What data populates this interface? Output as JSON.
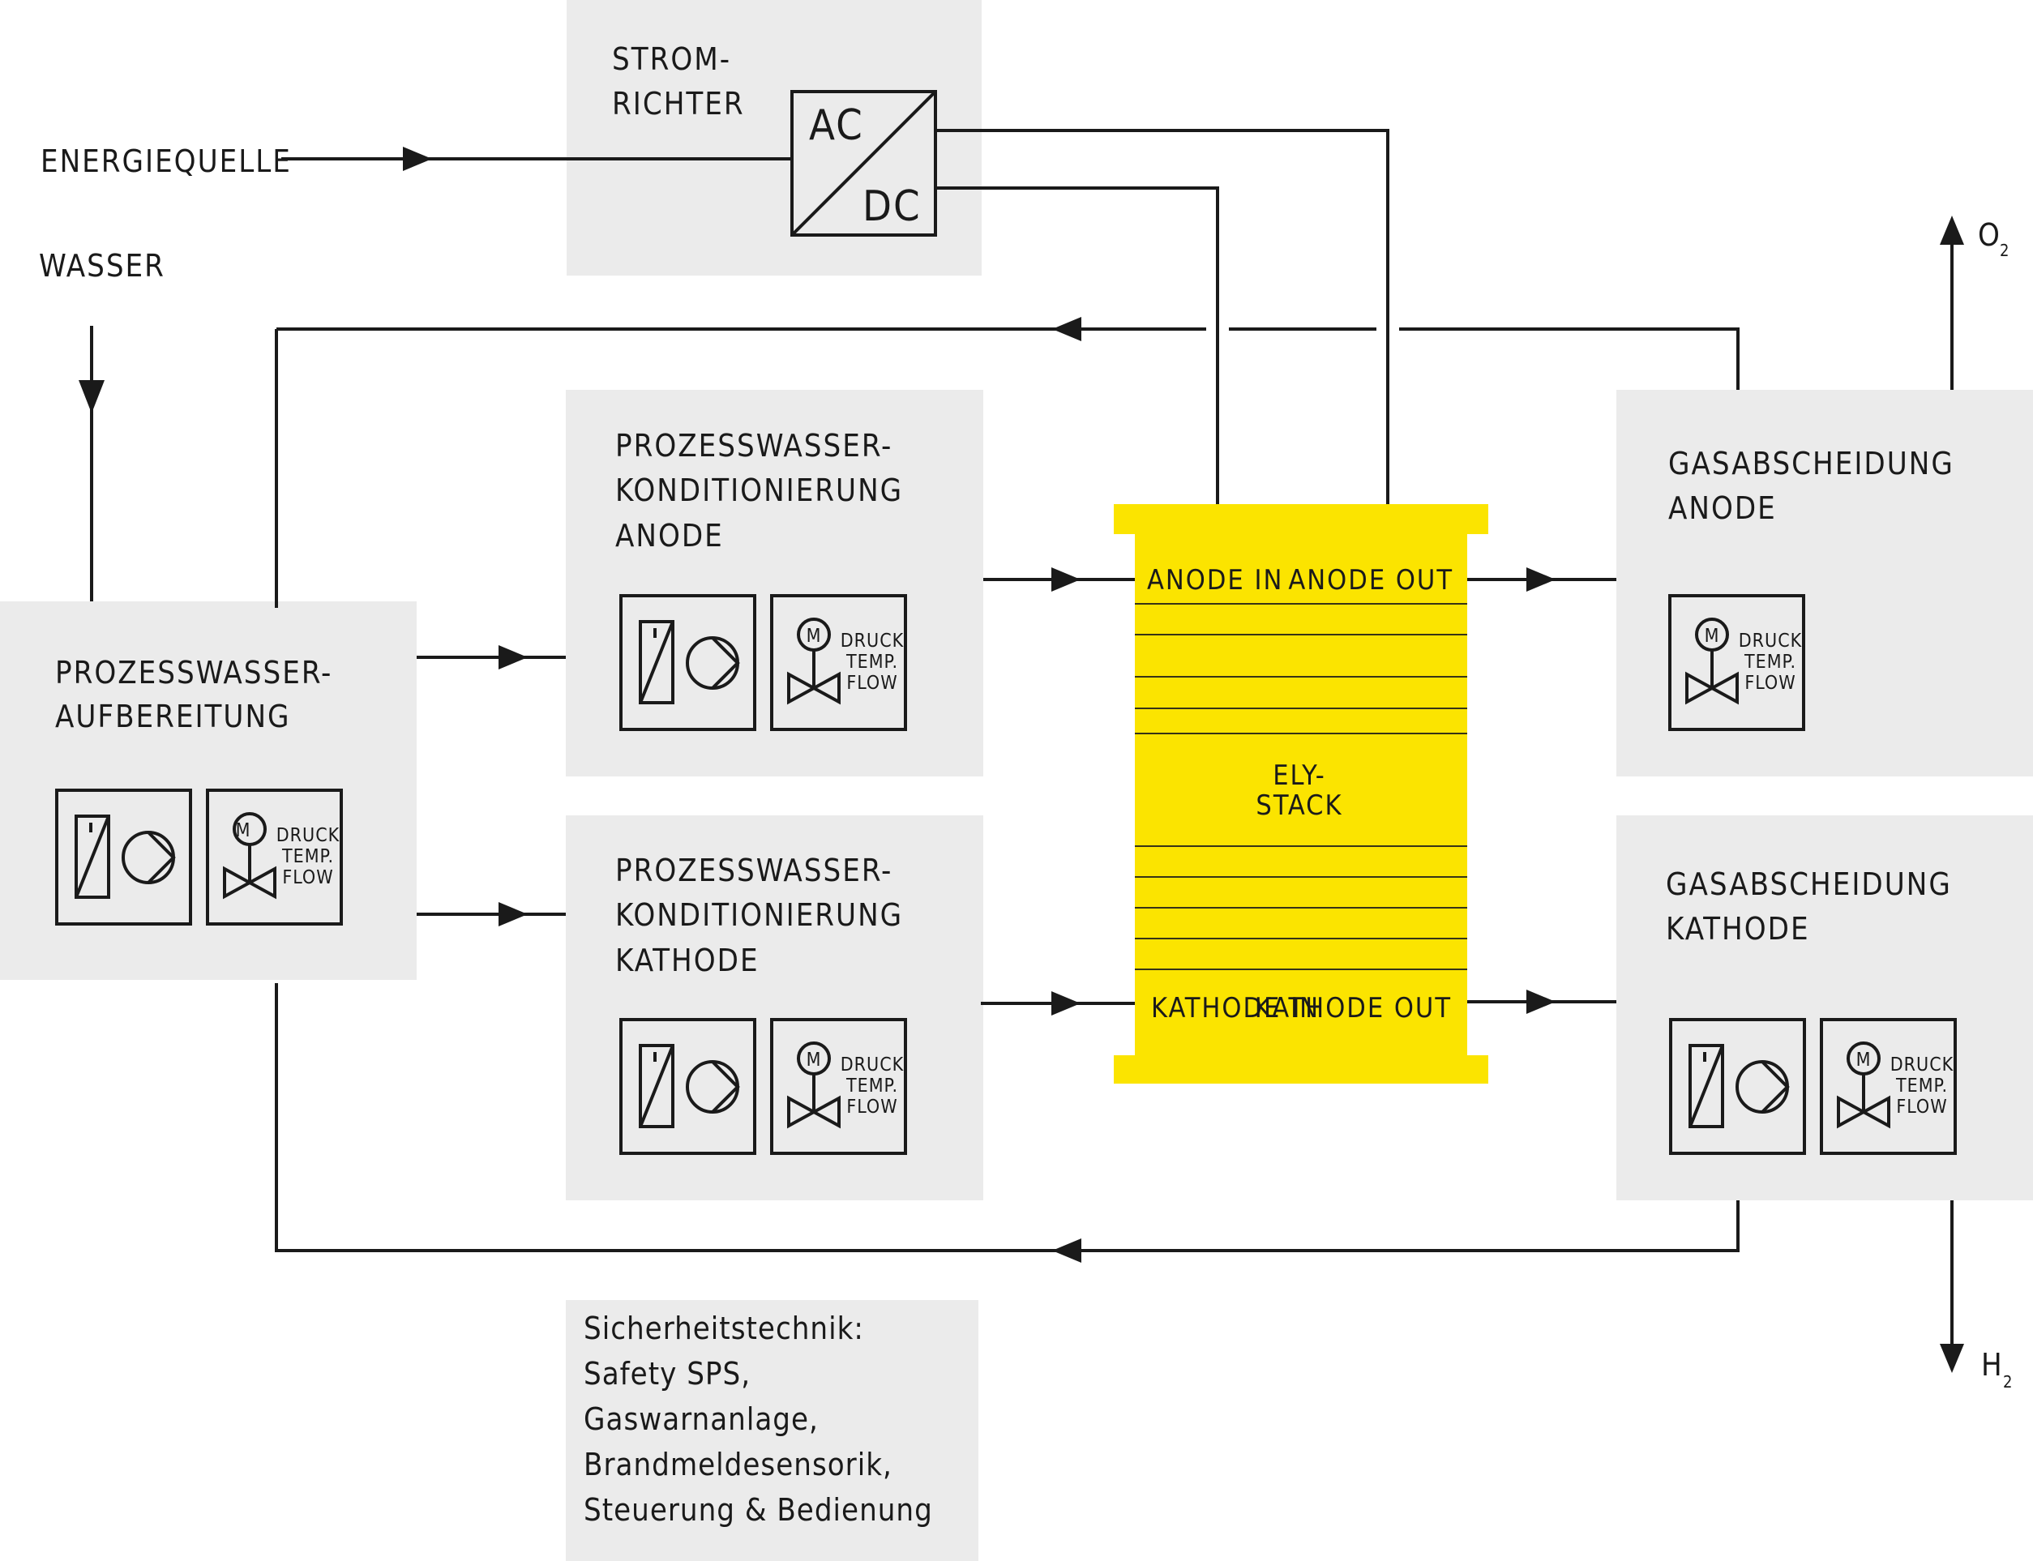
{
  "inputs": {
    "energy": "ENERGIEQUELLE",
    "water": "WASSER"
  },
  "converter": {
    "title_line1": "STROM-",
    "title_line2": "RICHTER",
    "ac": "AC",
    "dc": "DC"
  },
  "treatment": {
    "line1": "PROZESSWASSER-",
    "line2": "AUFBEREITUNG"
  },
  "cond_anode": {
    "line1": "PROZESSWASSER-",
    "line2": "KONDITIONIERUNG",
    "line3": "ANODE"
  },
  "cond_cathode": {
    "line1": "PROZESSWASSER-",
    "line2": "KONDITIONIERUNG",
    "line3": "KATHODE"
  },
  "sep_anode": {
    "line1": "GASABSCHEIDUNG",
    "line2": "ANODE"
  },
  "sep_cathode": {
    "line1": "GASABSCHEIDUNG",
    "line2": "KATHODE"
  },
  "stack": {
    "line1": "ELY-",
    "line2": "STACK",
    "anode_in": "ANODE IN",
    "anode_out": "ANODE OUT",
    "cathode_in": "KATHODE IN",
    "cathode_out": "KATHODE OUT",
    "color": "#fbe400"
  },
  "sensor": {
    "motor": "M",
    "line1": "DRUCK",
    "line2": "TEMP.",
    "line3": "FLOW"
  },
  "outputs": {
    "oxygen": "O",
    "oxygen_sub": "2",
    "hydrogen": "H",
    "hydrogen_sub": "2"
  },
  "safety": {
    "line1": "Sicherheitstechnik:",
    "line2": "Safety SPS,",
    "line3": "Gaswarnanlage,",
    "line4": "Brandmeldesensorik,",
    "line5": "Steuerung & Bedienung"
  }
}
